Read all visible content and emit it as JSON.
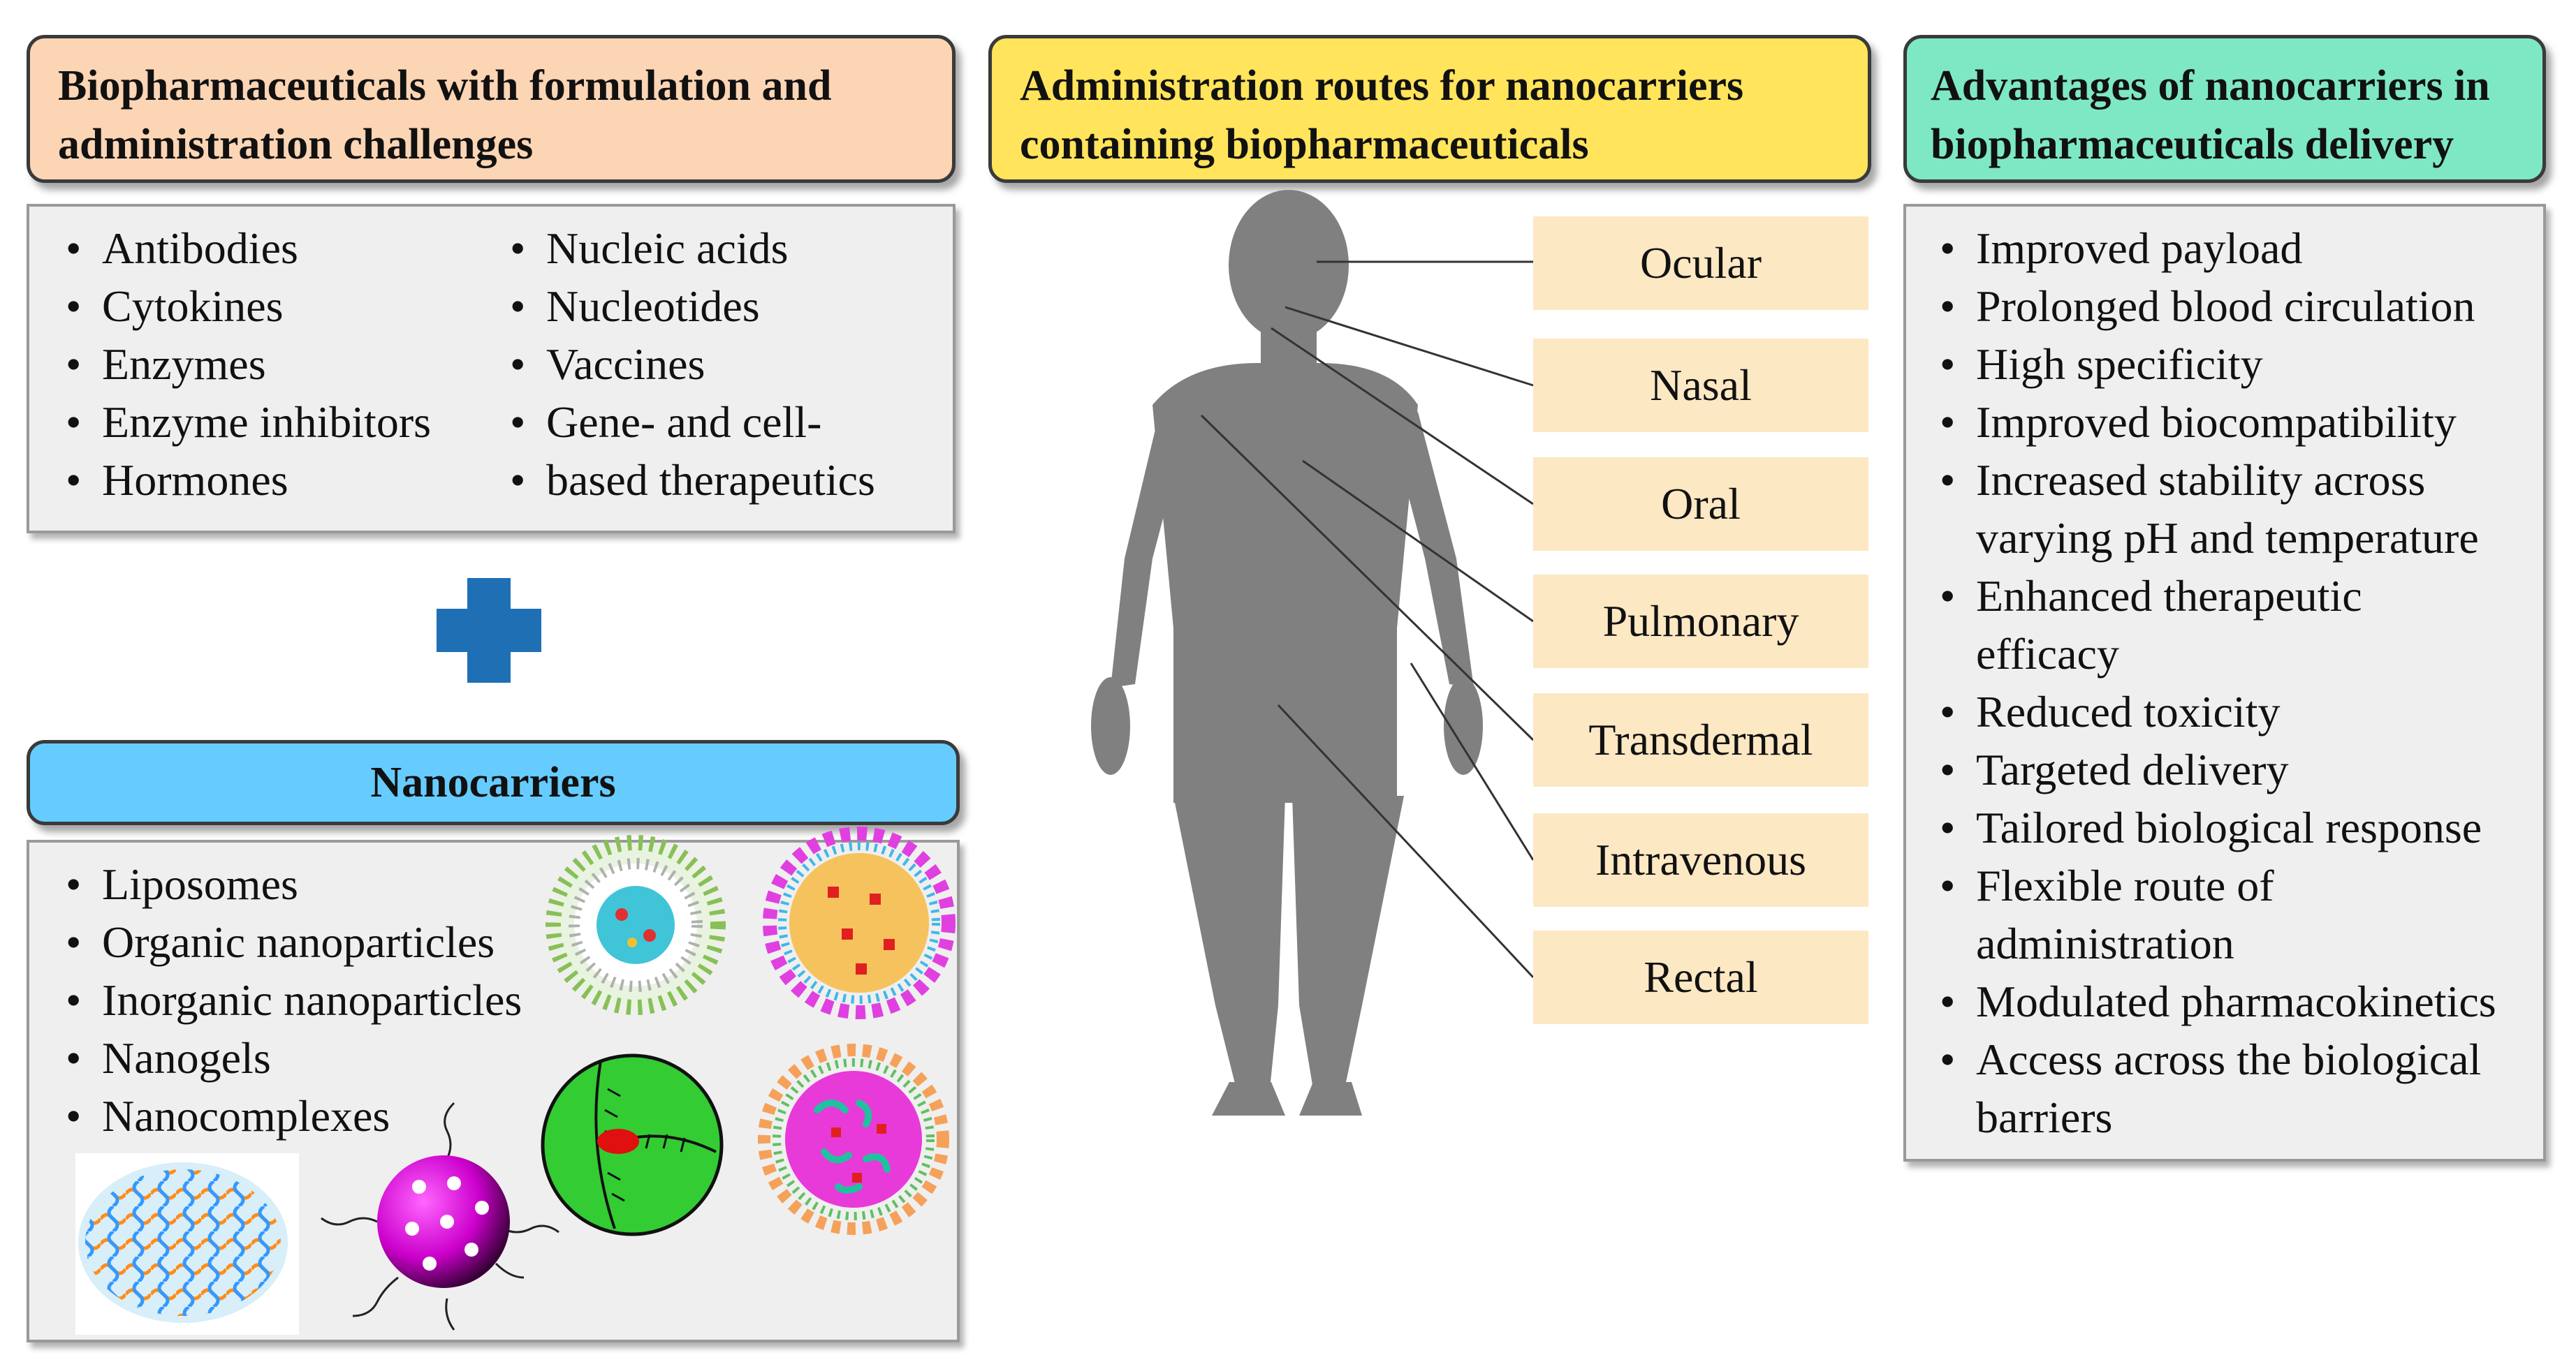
{
  "challenges": {
    "title_lines": [
      "Biopharmaceuticals with formulation and",
      "administration challenges"
    ],
    "items_left": [
      "Antibodies",
      "Cytokines",
      "Enzymes",
      "Enzyme inhibitors",
      "Hormones"
    ],
    "items_right": [
      "Nucleic acids",
      "Nucleotides",
      "Vaccines",
      "Gene- and cell-",
      "based therapeutics"
    ],
    "header_color": "#fcd5b5"
  },
  "plus_color": "#1f6fb5",
  "nanocarriers": {
    "title": "Nanocarriers",
    "items": [
      "Liposomes",
      "Organic nanoparticles",
      "Inorganic nanoparticles",
      "Nanogels",
      "Nanocomplexes"
    ],
    "header_color": "#66ccff"
  },
  "routes": {
    "title_lines": [
      "Administration routes for nanocarriers",
      "containing biopharmaceuticals"
    ],
    "items": [
      "Ocular",
      "Nasal",
      "Oral",
      "Pulmonary",
      "Transdermal",
      "Intravenous",
      "Rectal"
    ],
    "header_color": "#ffe45c",
    "route_color": "#fde8c4",
    "silhouette_color": "#808080"
  },
  "advantages": {
    "title_lines": [
      "Advantages of nanocarriers in",
      "biopharmaceuticals delivery"
    ],
    "items": [
      [
        "Improved payload"
      ],
      [
        "Prolonged blood circulation"
      ],
      [
        "High specificity"
      ],
      [
        "Improved biocompatibility"
      ],
      [
        "Increased stability across",
        "varying pH and temperature"
      ],
      [
        "Enhanced therapeutic",
        "efficacy"
      ],
      [
        "Reduced toxicity"
      ],
      [
        "Targeted delivery"
      ],
      [
        "Tailored biological response"
      ],
      [
        "Flexible route of",
        "administration"
      ],
      [
        "Modulated pharmacokinetics"
      ],
      [
        "Access across the biological",
        "barriers"
      ]
    ],
    "header_color": "#7ee8c4"
  }
}
